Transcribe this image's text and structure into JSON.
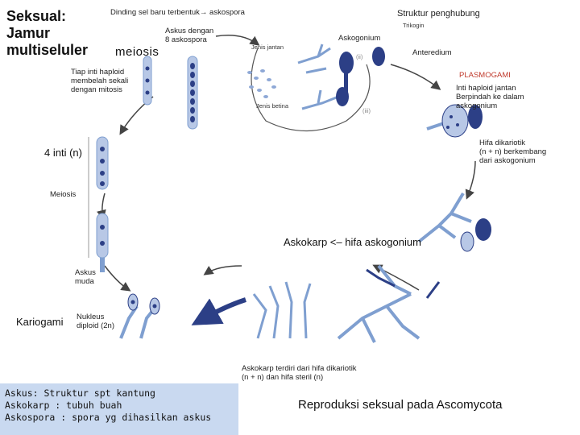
{
  "title": "Seksual:\nJamur\nmultiseluler",
  "labels": {
    "meiosis_top": "meiosis",
    "dinding_sel": "Dinding sel baru terbentuk→ askospora",
    "askus_8": "Askus dengan\n8 askospora",
    "jenis_jantan": "Jenis jantan",
    "askogonium": "Askogonium",
    "struktur": "Struktur penghubung",
    "trikogin": "Trikogin",
    "anteredium": "Anteredium",
    "plasmogami": "PLASMOGAMI",
    "inti_haploid_jantan": "Inti haploid jantan\nBerpindah ke dalam\naskogonium",
    "tiap_inti": "Tiap inti haploid\nmembelah sekali\ndengan mitosis",
    "jenis_betina": "Jenis betina",
    "stage_ii": "(ii)",
    "stage_iii": "(iii)",
    "four_inti": "4 inti (n)",
    "hifa_dikariotik": "Hifa dikariotik\n(n + n) berkembang\ndari askogonium",
    "meiosis_left": "Meiosis",
    "askokarp_hifa": "Askokarp <– hifa askogonium",
    "askus_muda": "Askus\nmuda",
    "kariogami": "Kariogami",
    "nukleus": "Nukleus\ndiploid (2n)",
    "askokarp_terdiri": "Askokarp terdiri dari hifa dikariotik\n(n + n) dan hifa steril (n)"
  },
  "definitions": [
    "Askus: Struktur spt kantung",
    "Askokarp : tubuh buah",
    "Askospora : spora yg dihasilkan askus"
  ],
  "bottom_title": "Reproduksi seksual pada Ascomycota",
  "colors": {
    "cell_blue": "#7f9fd0",
    "dark_blue": "#2c3f86",
    "arrow": "#444444",
    "box": "#c9d9f0"
  }
}
